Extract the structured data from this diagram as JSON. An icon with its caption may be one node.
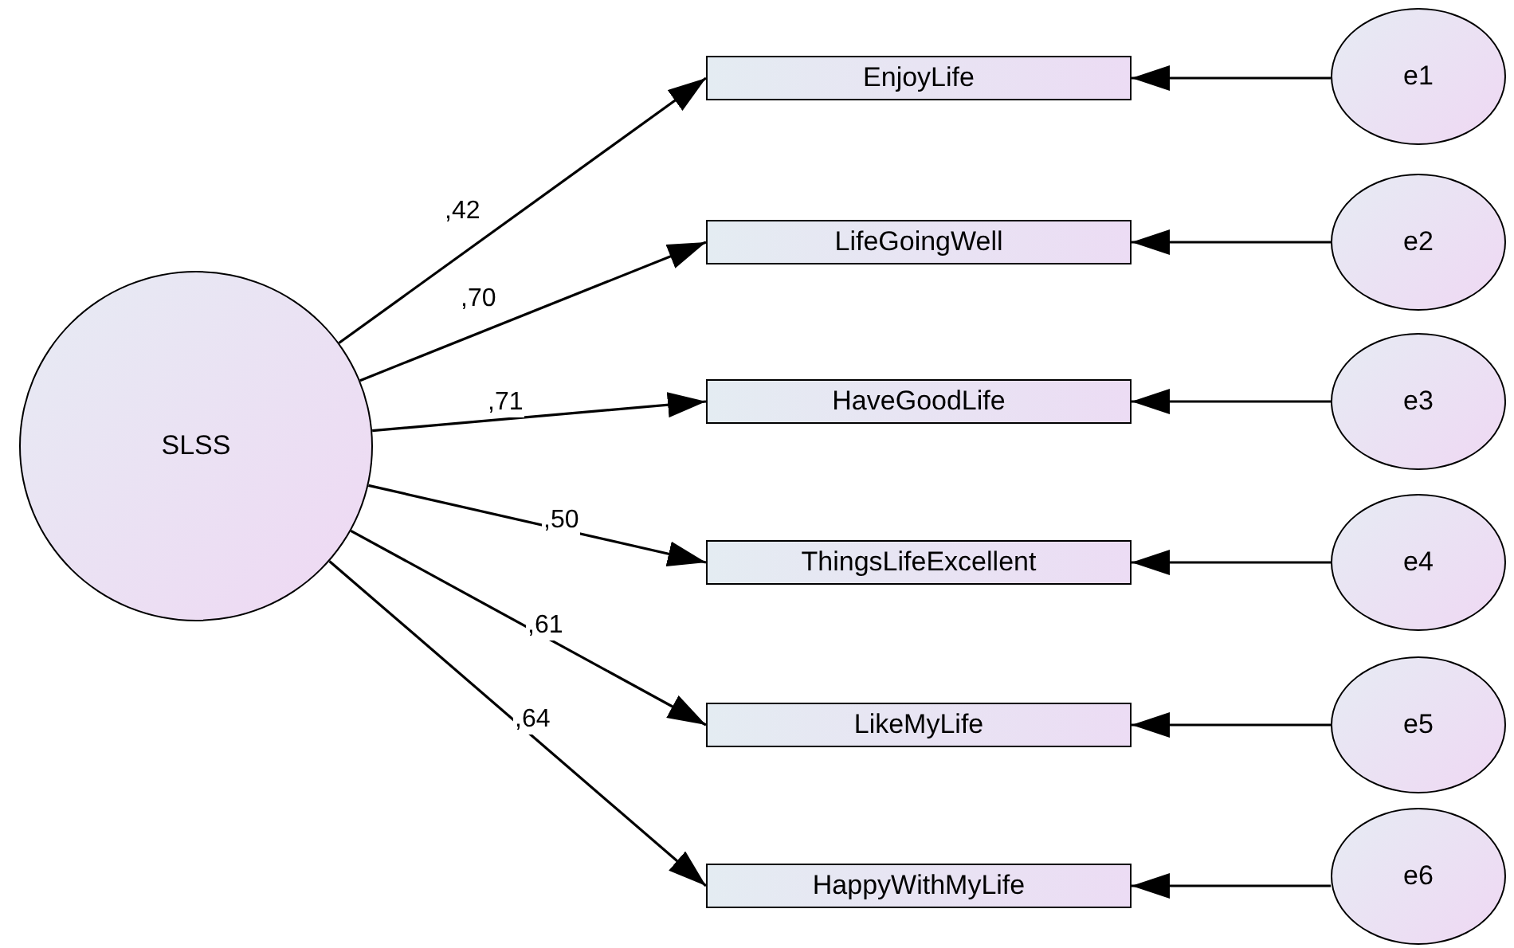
{
  "diagram": {
    "nodes": [
      {
        "text": [
          "SLSS"
        ]
      },
      {
        "text": [
          "EnjoyLife"
        ]
      },
      {
        "text": [
          "LifeGoingWell"
        ]
      },
      {
        "text": [
          "HaveGoodLife"
        ]
      },
      {
        "text": [
          "ThingsLifeExcellent"
        ]
      },
      {
        "text": [
          "LikeMyLife"
        ]
      },
      {
        "text": [
          "HappyWithMyLife"
        ]
      },
      {
        "text": [
          "e1"
        ]
      },
      {
        "text": [
          "e2"
        ]
      },
      {
        "text": [
          "e3"
        ]
      },
      {
        "text": [
          "e4"
        ]
      },
      {
        "text": [
          "e5"
        ]
      },
      {
        "text": [
          "e6"
        ]
      }
    ],
    "edges": [
      {
        "from": 0,
        "to": 1,
        "arrow": "to",
        "label": ",42"
      },
      {
        "from": 0,
        "to": 2,
        "arrow": "to",
        "label": ",70"
      },
      {
        "from": 0,
        "to": 3,
        "arrow": "to",
        "label": ",71"
      },
      {
        "from": 0,
        "to": 4,
        "arrow": "to",
        "label": ",50"
      },
      {
        "from": 0,
        "to": 5,
        "arrow": "to",
        "label": ",61"
      },
      {
        "from": 0,
        "to": 6,
        "arrow": "to",
        "label": ",64"
      },
      {
        "from": 7,
        "to": 1,
        "arrow": "to"
      },
      {
        "from": 8,
        "to": 2,
        "arrow": "to"
      },
      {
        "from": 9,
        "to": 3,
        "arrow": "to"
      },
      {
        "from": 10,
        "to": 4,
        "arrow": "to"
      },
      {
        "from": 11,
        "to": 5,
        "arrow": "to"
      },
      {
        "from": 12,
        "to": 6,
        "arrow": "to"
      }
    ]
  }
}
